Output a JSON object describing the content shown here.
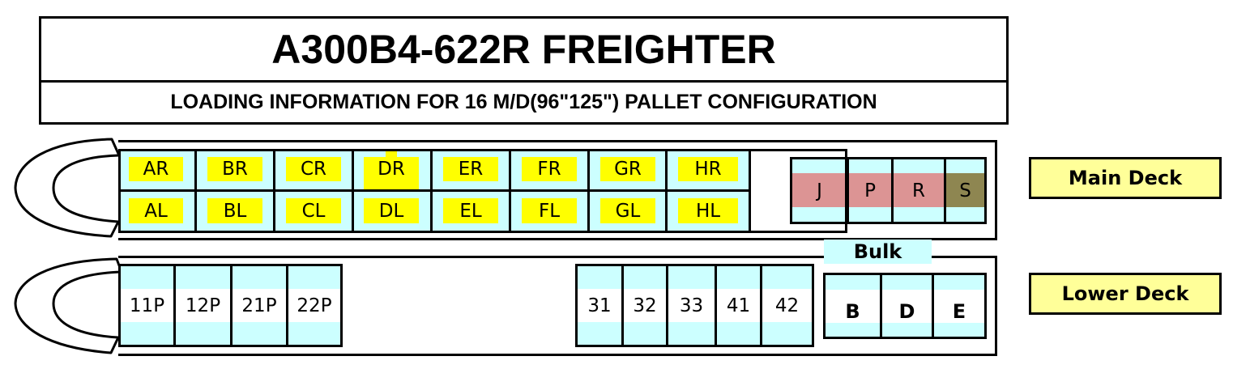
{
  "header": {
    "title": "A300B4-622R FREIGHTER",
    "subtitle": "LOADING INFORMATION FOR 16 M/D(96\"125\") PALLET CONFIGURATION"
  },
  "colors": {
    "cell_fill": "#ccffff",
    "pallet_label": "#ffff00",
    "restricted": "#dc9494",
    "special": "#8e8651",
    "deck_tag": "#ffff99"
  },
  "main_deck": {
    "label": "Main Deck",
    "nose_icon": "nose-door-arrow",
    "right_row": [
      "AR",
      "BR",
      "CR",
      "DR",
      "ER",
      "FR",
      "GR",
      "HR"
    ],
    "left_row": [
      "AL",
      "BL",
      "CL",
      "DL",
      "EL",
      "FL",
      "GL",
      "HL"
    ],
    "aft_positions": [
      {
        "label": "J",
        "status": "restricted"
      },
      {
        "label": "P",
        "status": "restricted"
      },
      {
        "label": "R",
        "status": "restricted"
      },
      {
        "label": "S",
        "status": "special"
      }
    ]
  },
  "lower_deck": {
    "label": "Lower Deck",
    "nose_icon": "nose-door-arrow",
    "forward_positions": [
      "11P",
      "12P",
      "21P",
      "22P"
    ],
    "aft_positions": [
      "31",
      "32",
      "33",
      "41",
      "42"
    ],
    "bulk": {
      "label": "Bulk",
      "positions": [
        "B",
        "D",
        "E"
      ]
    }
  }
}
